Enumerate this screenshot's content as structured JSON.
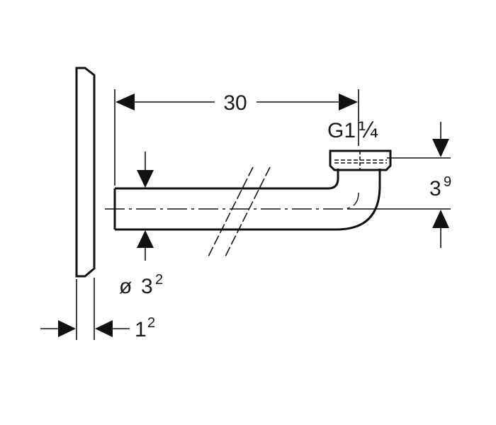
{
  "drawing": {
    "length": "30",
    "thread": "G1",
    "thread_fraction": "¼",
    "height_base": "3",
    "height_sup": "9",
    "diameter_symbol": "ø",
    "diameter_base": "3",
    "diameter_sup": "2",
    "plate_base": "1",
    "plate_sup": "2"
  }
}
